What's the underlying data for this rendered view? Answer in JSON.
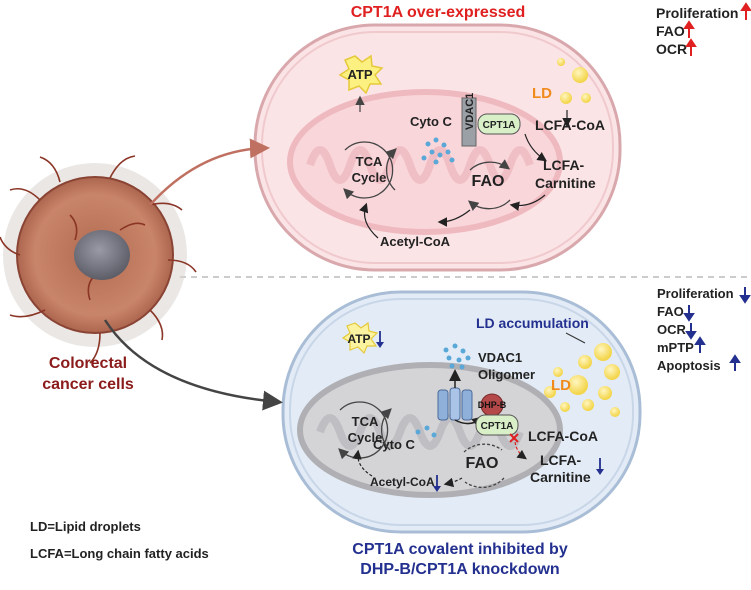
{
  "top": {
    "title": "CPT1A over-expressed",
    "atp": "ATP",
    "ld": "LD",
    "vdac1": "VDAC1",
    "cpt1a": "CPT1A",
    "cyto_c": "Cyto C",
    "lcfa_coa": "LCFA-CoA",
    "lcfa_carnitine_1": "LCFA-",
    "lcfa_carnitine_2": "Carnitine",
    "tca_1": "TCA",
    "tca_2": "Cycle",
    "fao": "FAO",
    "acetyl_coa": "Acetyl-CoA",
    "effects": [
      "Proliferation",
      "FAO",
      "OCR"
    ]
  },
  "bottom": {
    "title_1": "CPT1A covalent inhibited by",
    "title_2": "DHP-B/CPT1A knockdown",
    "atp": "ATP",
    "ld_accumulation": "LD accumulation",
    "ld": "LD",
    "vdac1_oligomer_1": "VDAC1",
    "vdac1_oligomer_2": "Oligomer",
    "dhp_b": "DHP-B",
    "cpt1a": "CPT1A",
    "cyto_c": "Cyto C",
    "lcfa_coa": "LCFA-CoA",
    "lcfa_carnitine_1": "LCFA-",
    "lcfa_carnitine_2": "Carnitine",
    "tca_1": "TCA",
    "tca_2": "Cycle",
    "fao": "FAO",
    "acetyl_coa": "Acetyl-CoA",
    "effects": [
      "Proliferation",
      "FAO",
      "OCR",
      "mPTP",
      "Apoptosis"
    ]
  },
  "left": {
    "cell_label_1": "Colorectal",
    "cell_label_2": "cancer cells"
  },
  "legend": {
    "ld_def": "LD=Lipid droplets",
    "lcfa_def": "LCFA=Long chain fatty acids"
  },
  "colors": {
    "up_arrow": "#e02020",
    "down_arrow": "#23308f",
    "top_cell_fill": "#fbe4e6",
    "bottom_cell_fill": "#e3ecf6"
  }
}
